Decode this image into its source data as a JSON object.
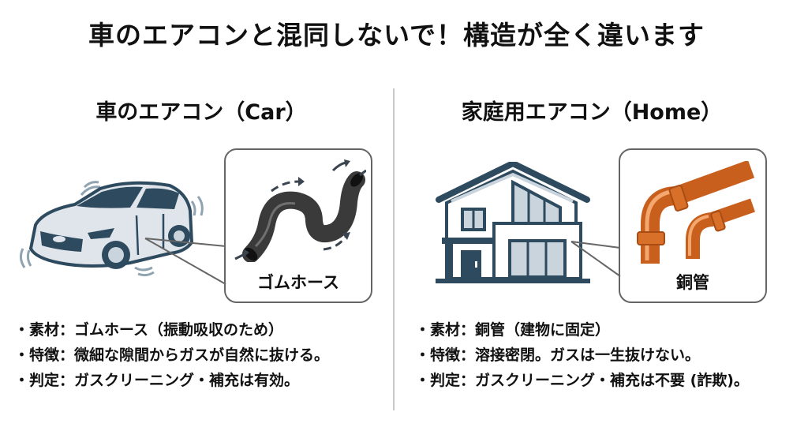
{
  "title": "車のエアコンと混同しないで！構造が全く違います",
  "colors": {
    "text": "#111111",
    "illustration_dark": "#2d4a5e",
    "illustration_light": "#c9d4dd",
    "hose": "#3a3a3a",
    "copper": "#d9702a",
    "divider": "#c8c8c8",
    "callout_border": "#666666"
  },
  "left": {
    "heading": "車のエアコン（Car）",
    "illustration": "car-icon",
    "callout": {
      "icon": "rubber-hose-icon",
      "label": "ゴムホース"
    },
    "bullets": [
      "・素材：ゴムホース（振動吸収のため）",
      "・特徴：微細な隙間からガスが自然に抜ける。",
      "・判定：ガスクリーニング・補充は有効。"
    ]
  },
  "right": {
    "heading": "家庭用エアコン（Home）",
    "illustration": "house-icon",
    "callout": {
      "icon": "copper-pipe-icon",
      "label": "銅管"
    },
    "bullets": [
      "・素材：銅管（建物に固定）",
      "・特徴：溶接密閉。ガスは一生抜けない。",
      "・判定：ガスクリーニング・補充は不要 (詐欺)。"
    ]
  }
}
